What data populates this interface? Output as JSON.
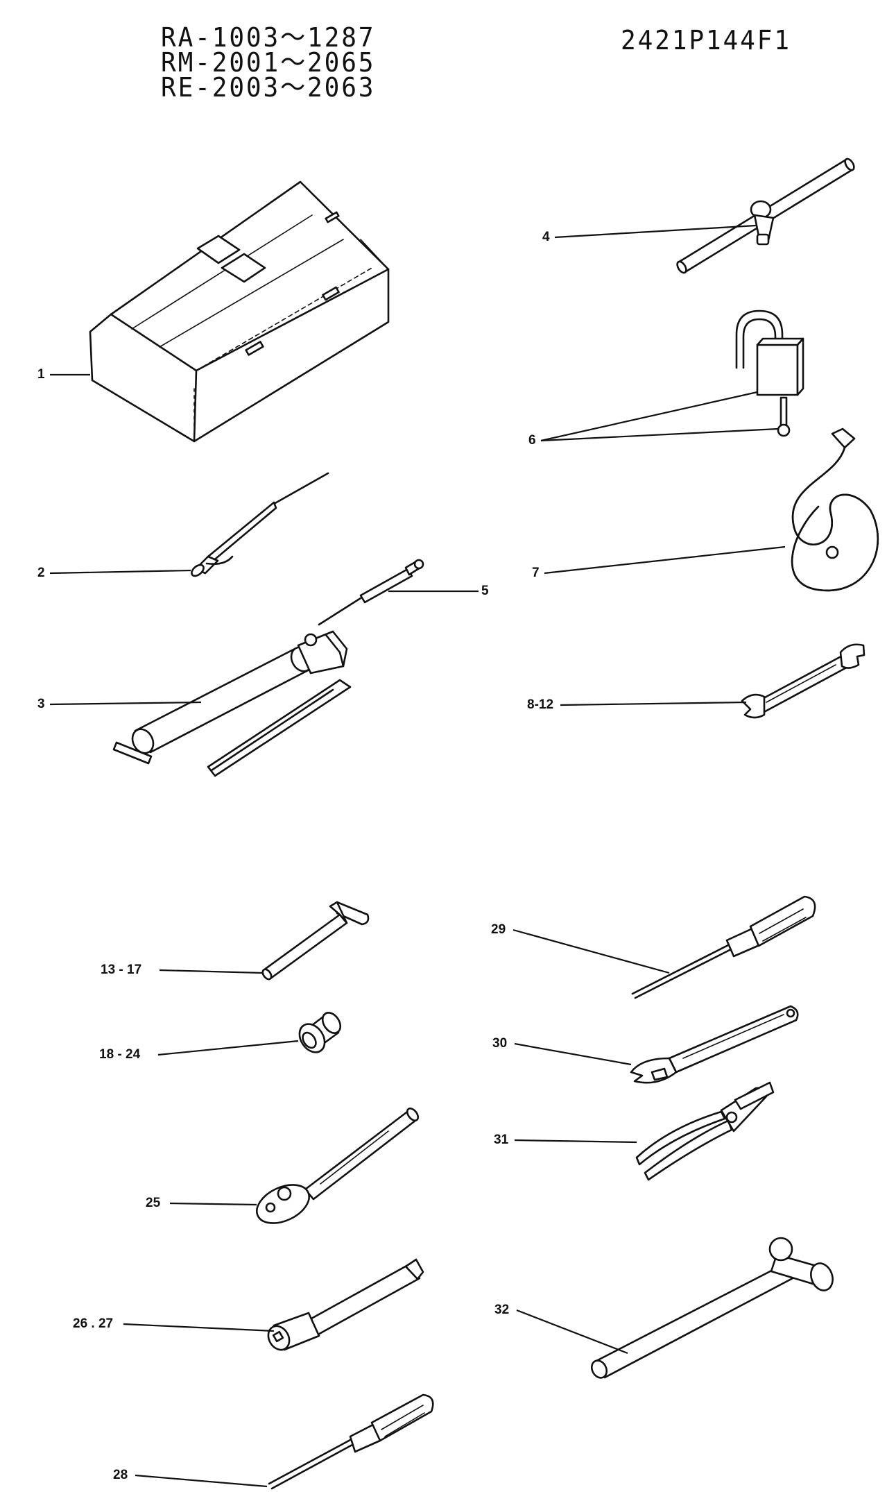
{
  "header": {
    "model_ranges": [
      "RA-1003～1287",
      "RM-2001～2065",
      "RE-2003～2063"
    ],
    "drawing_number": "2421P144F1"
  },
  "callouts": [
    {
      "id": "toolbox",
      "label": "1"
    },
    {
      "id": "grease-nozzle",
      "label": "2"
    },
    {
      "id": "grease-gun",
      "label": "3"
    },
    {
      "id": "t-handle-socket-wrench",
      "label": "4"
    },
    {
      "id": "grease-gun-extension",
      "label": "5"
    },
    {
      "id": "padlock-and-key",
      "label": "6"
    },
    {
      "id": "flexible-hose",
      "label": "7"
    },
    {
      "id": "double-open-end-wrench",
      "label": "8-12"
    },
    {
      "id": "hex-key-wrench",
      "label": "13 - 17"
    },
    {
      "id": "socket",
      "label": "18 - 24"
    },
    {
      "id": "ratchet-handle",
      "label": "25"
    },
    {
      "id": "extension-bar",
      "label": "26 . 27"
    },
    {
      "id": "flat-screwdriver",
      "label": "28"
    },
    {
      "id": "phillips-screwdriver",
      "label": "29"
    },
    {
      "id": "adjustable-wrench",
      "label": "30"
    },
    {
      "id": "pliers",
      "label": "31"
    },
    {
      "id": "ball-peen-hammer",
      "label": "32"
    }
  ],
  "colors": {
    "ink": "#111111",
    "paper": "#ffffff"
  }
}
